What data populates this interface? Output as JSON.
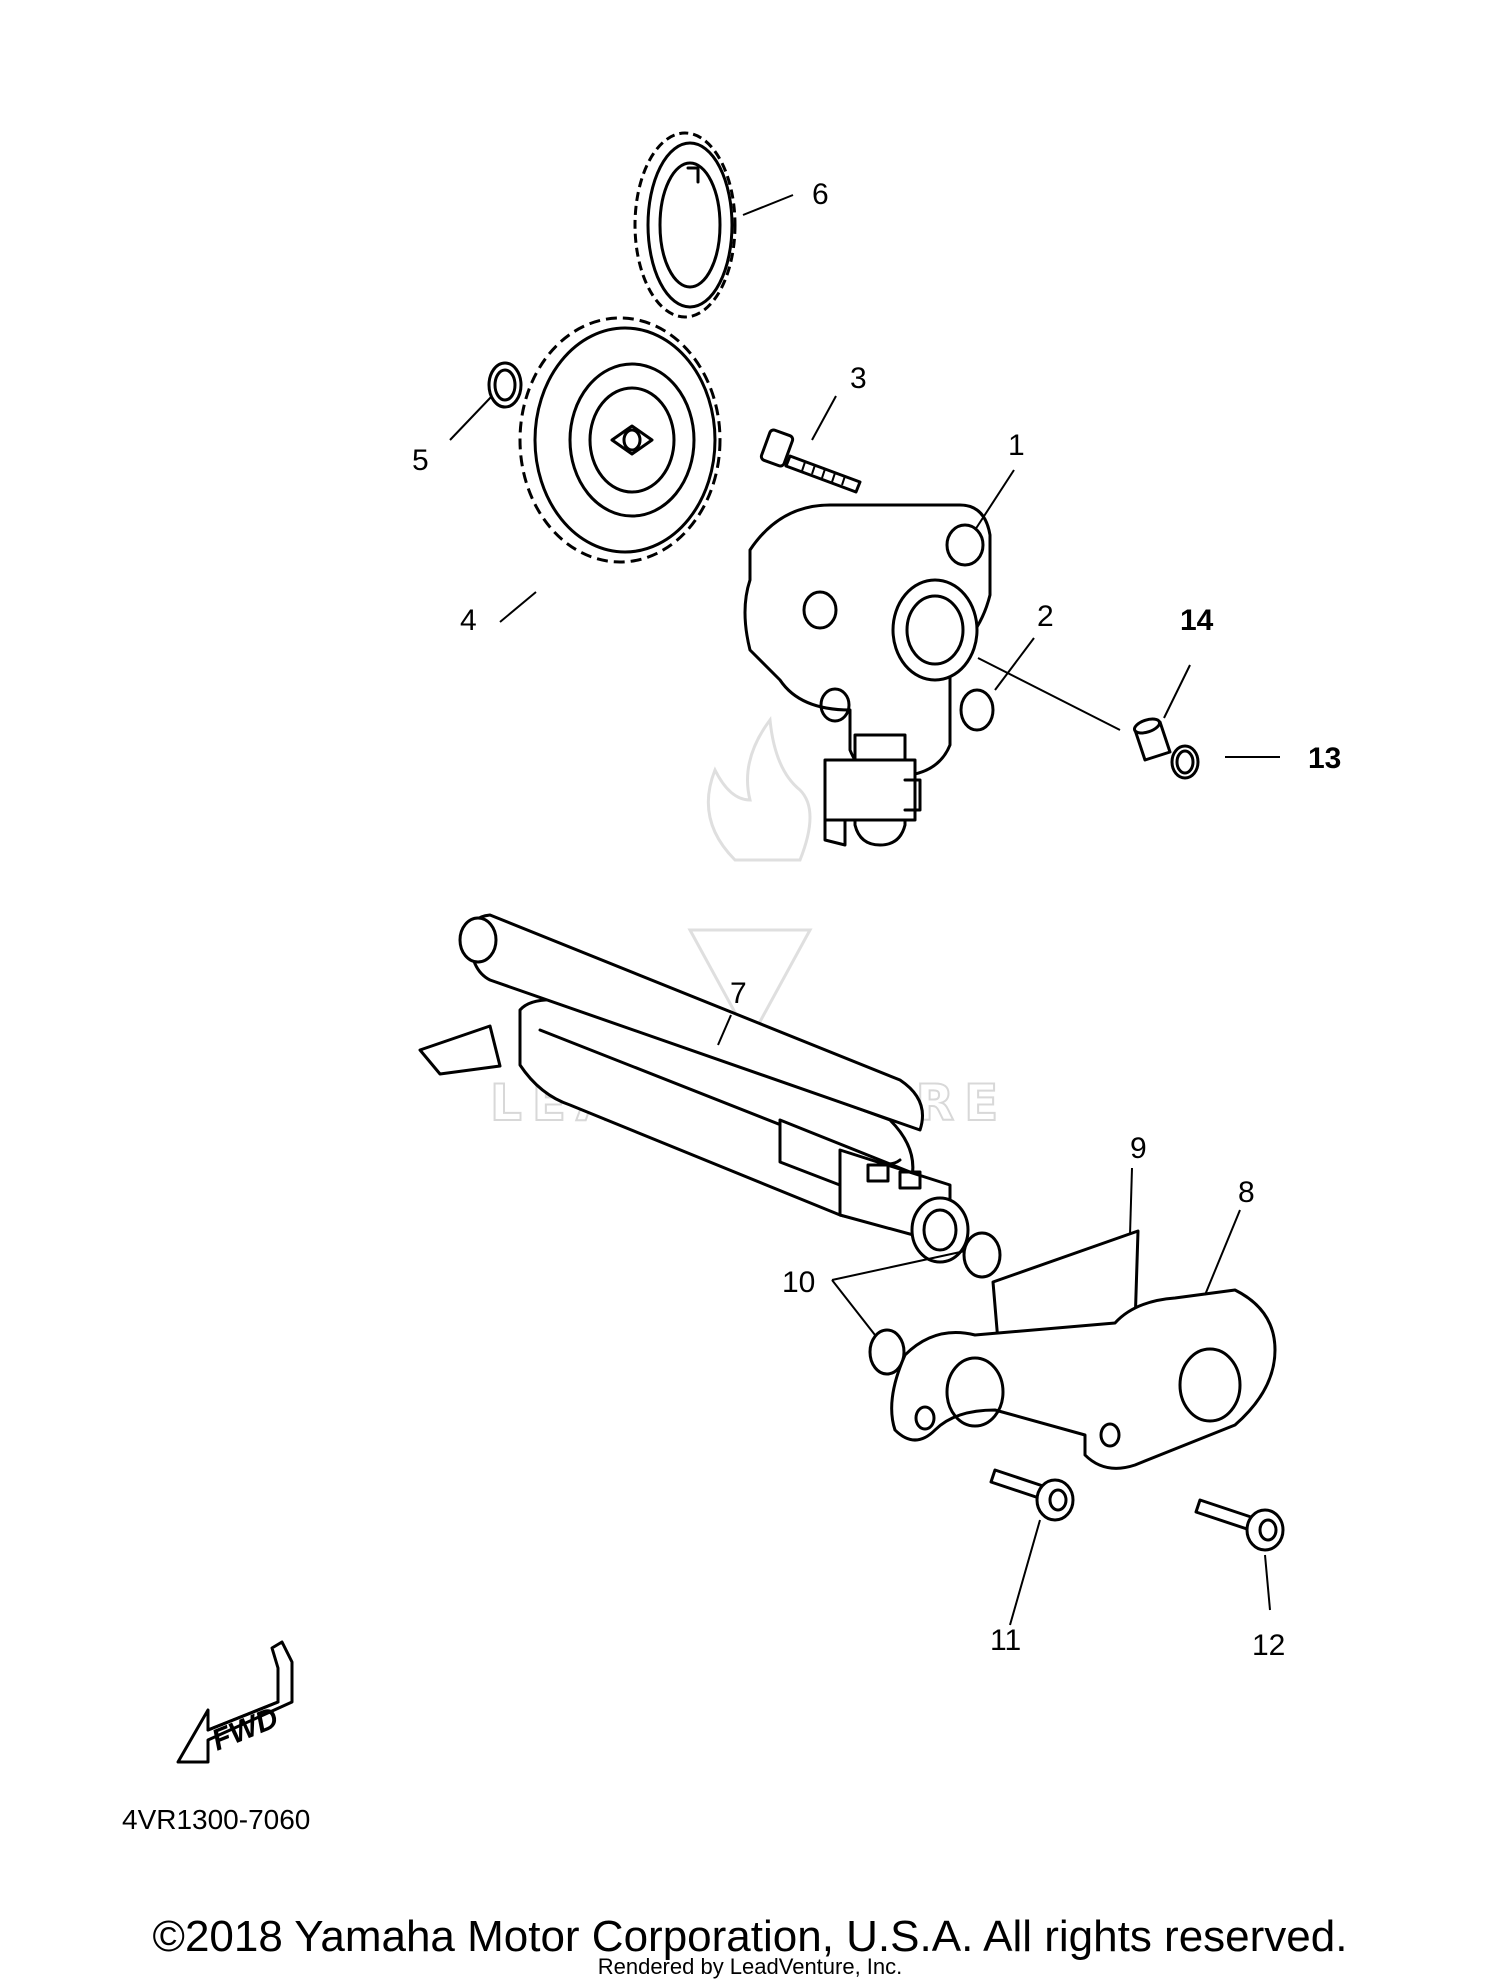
{
  "diagram": {
    "callouts": [
      "1",
      "2",
      "3",
      "4",
      "5",
      "6",
      "7",
      "8",
      "9",
      "10",
      "11",
      "12",
      "13",
      "14"
    ],
    "fwd_label": "FWD",
    "drawing_code": "4VR1300-7060",
    "watermark": "LEADVENTURE"
  },
  "footer": {
    "copyright": "©2018 Yamaha Motor Corporation, U.S.A. All rights reserved.",
    "rendered_by": "Rendered by LeadVenture, Inc."
  }
}
